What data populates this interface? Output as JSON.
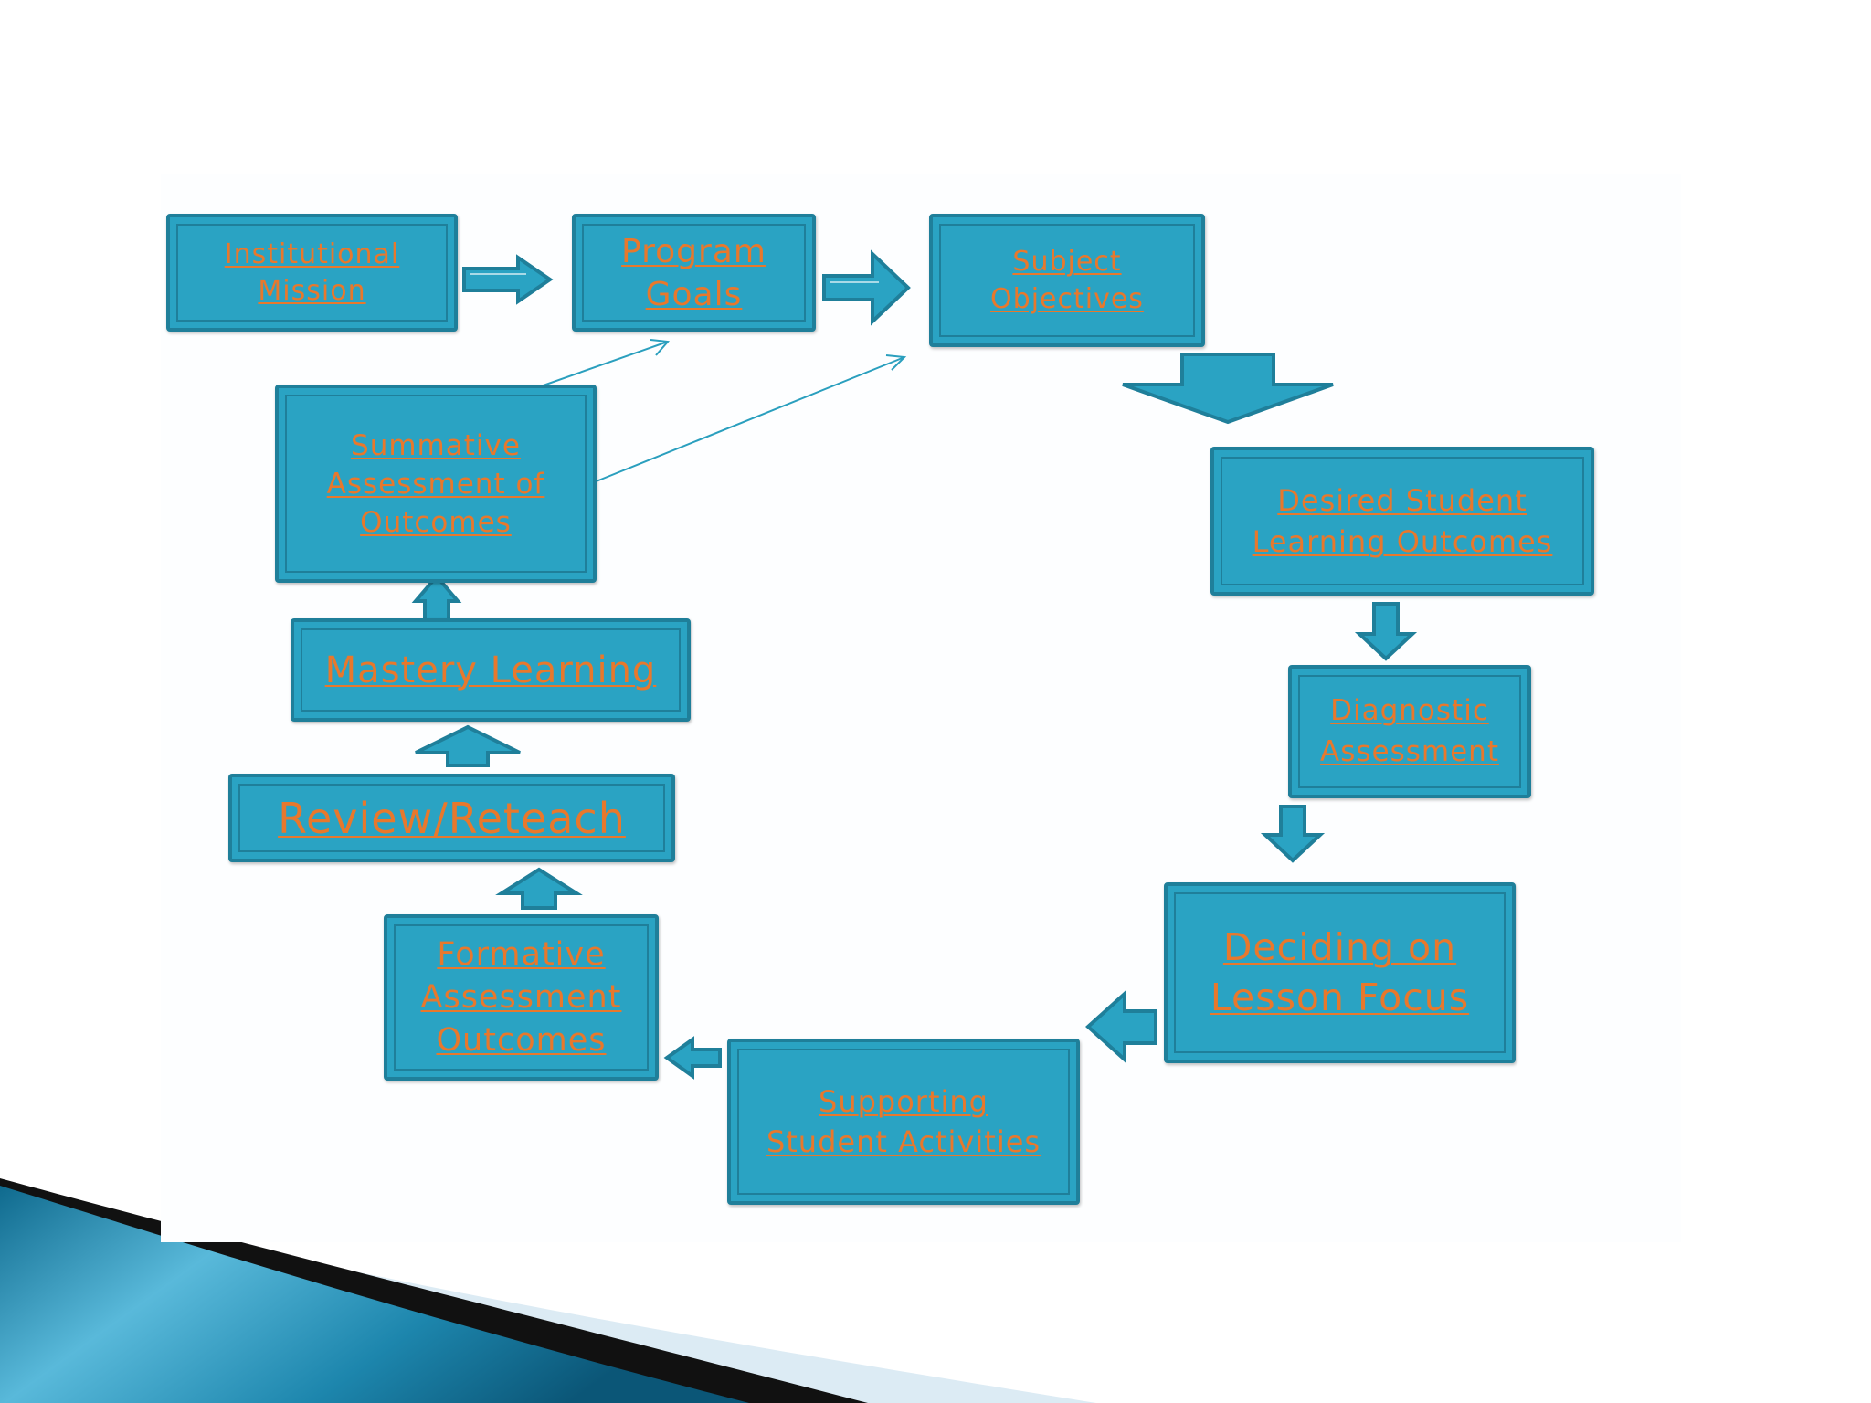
{
  "diagram": {
    "nodes": {
      "institutional_mission": [
        "Institutional",
        "Mission"
      ],
      "program_goals": [
        "Program",
        "Goals"
      ],
      "subject_objectives": [
        "Subject",
        "Objectives"
      ],
      "desired_outcomes": [
        "Desired Student",
        "Learning Outcomes"
      ],
      "diagnostic_assessment": [
        "Diagnostic",
        "Assessment"
      ],
      "lesson_focus": [
        "Deciding on",
        "Lesson Focus"
      ],
      "supporting_activities": [
        "Supporting",
        "Student Activities"
      ],
      "formative_assessment": [
        "Formative",
        "Assessment",
        "Outcomes"
      ],
      "review_reteach": [
        "Review/Reteach"
      ],
      "mastery_learning": [
        "Mastery Learning"
      ],
      "summative_assessment": [
        "Summative",
        "Assessment of",
        "Outcomes"
      ]
    },
    "colors": {
      "box_fill": "#2aa3c3",
      "box_border": "#1f7f9a",
      "link_text": "#e8782c",
      "arrow_fill": "#2aa3c3"
    }
  }
}
